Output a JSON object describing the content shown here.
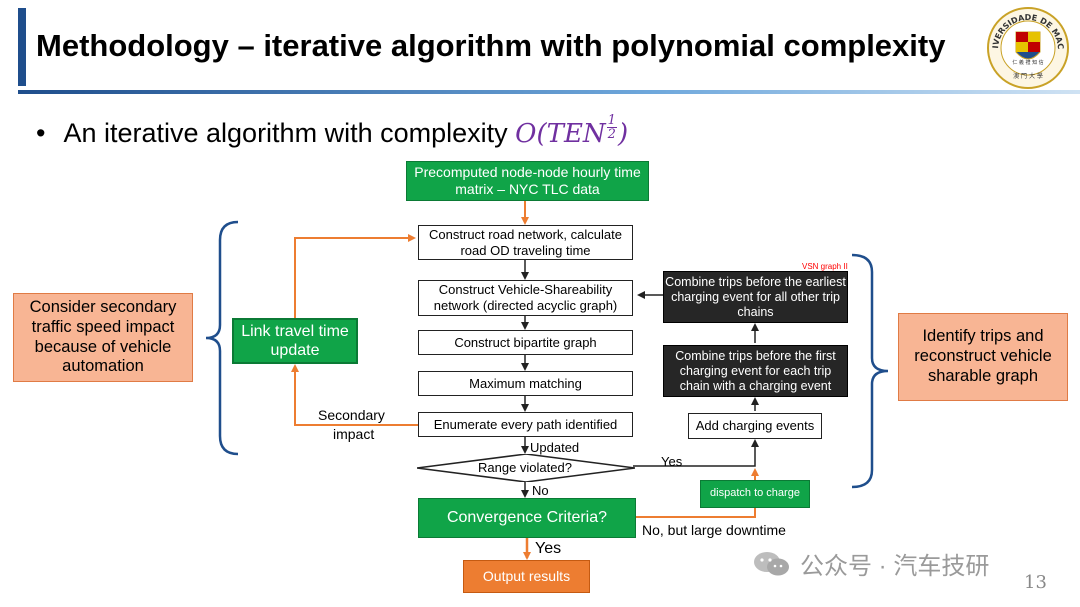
{
  "slide": {
    "title": "Methodology – iterative algorithm with polynomial complexity",
    "bullet": "An iterative algorithm with complexity",
    "formula_base": "O(TEN",
    "formula_close": ")",
    "formula_exp_num": "1",
    "formula_exp_den": "2",
    "page_number": "13",
    "watermark": "公众号 · 汽车技研"
  },
  "logo": {
    "ring_text": "UNIVERSIDADE DE MACAU",
    "bottom_text": "澳 門 大 學",
    "motto": "仁 義 禮 知 信"
  },
  "flow": {
    "input": "Precomputed node-node hourly time matrix – NYC TLC data",
    "step1": "Construct road network, calculate road OD traveling time",
    "step2": "Construct Vehicle-Shareability network (directed acyclic graph)",
    "step3": "Construct bipartite graph",
    "step4": "Maximum matching",
    "step5": "Enumerate every path identified",
    "decision": "Range violated?",
    "convergence": "Convergence Criteria?",
    "output": "Output results",
    "link_update": "Link travel time update",
    "dispatch": "dispatch to charge",
    "add_charging": "Add charging events",
    "combine_first": "Combine trips before the first charging event for each trip chain with a charging event",
    "combine_earliest": "Combine trips before the earliest charging event for all other trip chains",
    "vsn_label": "VSN graph II"
  },
  "labels": {
    "updated": "Updated",
    "no": "No",
    "yes_right": "Yes",
    "yes_bottom": "Yes",
    "secondary": "Secondary",
    "impact": "impact",
    "no_large": "No, but large downtime"
  },
  "sidebars": {
    "left": "Consider secondary traffic speed impact because of vehicle automation",
    "right": "Identify trips and reconstruct vehicle sharable graph"
  },
  "colors": {
    "accent_blue": "#1f4e8c",
    "green": "#10a448",
    "orange_arrow": "#ed7d31",
    "orange_fill": "#f8b594",
    "dark_box": "#262626",
    "formula_purple": "#7030a0",
    "vsn_red": "#ff0000"
  }
}
